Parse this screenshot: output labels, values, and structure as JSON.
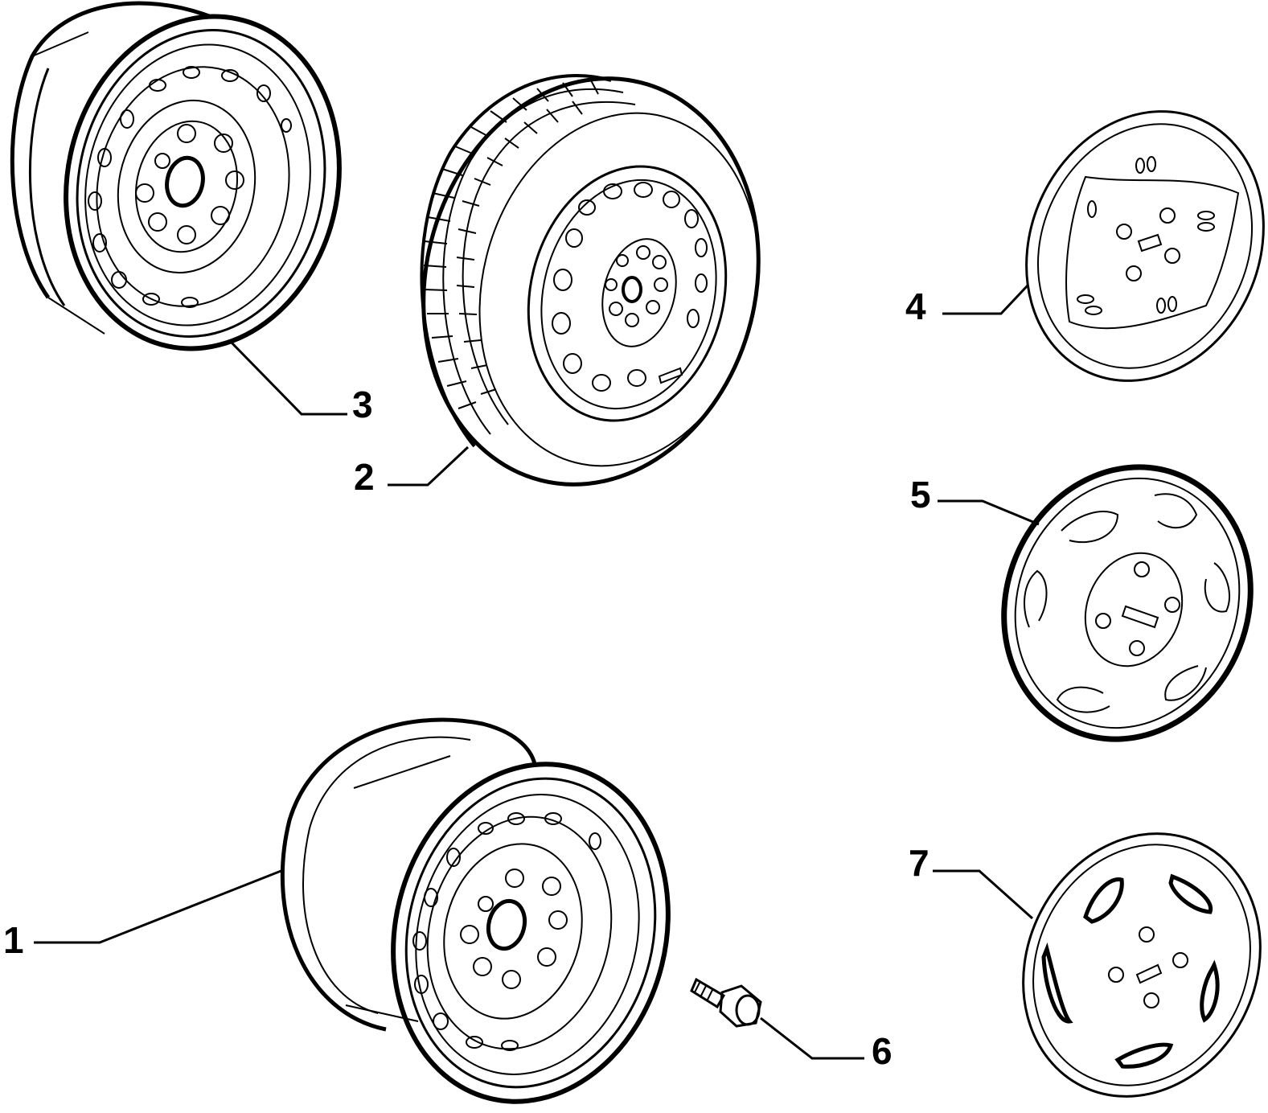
{
  "parts": [
    {
      "id": "part-1",
      "number": "1"
    },
    {
      "id": "part-2",
      "number": "2"
    },
    {
      "id": "part-3",
      "number": "3"
    },
    {
      "id": "part-4",
      "number": "4"
    },
    {
      "id": "part-5",
      "number": "5"
    },
    {
      "id": "part-6",
      "number": "6"
    },
    {
      "id": "part-7",
      "number": "7"
    }
  ],
  "colors": {
    "line": "#000000",
    "background": "#ffffff"
  }
}
